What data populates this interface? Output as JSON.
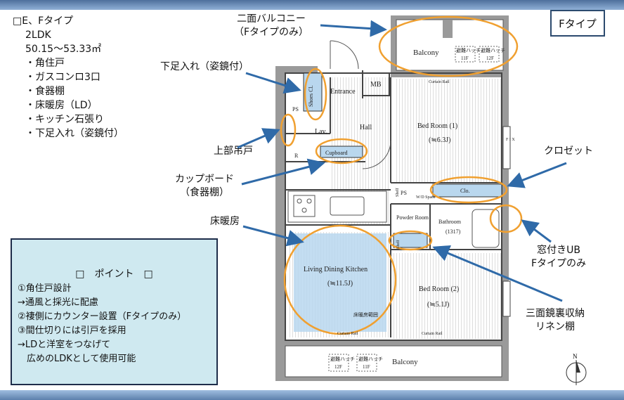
{
  "header_bar_color": "#5b7eaa",
  "unit_type": {
    "title": "□E、Fタイプ",
    "layout": "2LDK",
    "area": "50.15〜53.33㎡",
    "features": [
      "・角住戸",
      "・ガスコンロ3口",
      "・食器棚",
      "・床暖房（LD）",
      "・キッチン石張り",
      "・下足入れ（姿鏡付）"
    ]
  },
  "type_badge": "Fタイプ",
  "callouts": {
    "balcony_2face": [
      "二面バルコニー",
      "（Fタイプのみ）"
    ],
    "shoe_closet": "下足入れ（姿鏡付）",
    "upper_cabinet": "上部吊戸",
    "cupboard": [
      "カップボード",
      "（食器棚）"
    ],
    "floor_heating": "床暖房",
    "closet": "クロゼット",
    "window_ub": [
      "窓付きUB",
      "Fタイプのみ"
    ],
    "mirror_storage": [
      "三面鏡裏収納",
      "リネン棚"
    ]
  },
  "points_box": {
    "title": "□　ポイント　□",
    "lines": [
      "①角住戸設計",
      "→通風と採光に配慮",
      "②褄側にカウンター設置（Fタイプのみ）",
      "③間仕切りには引戸を採用",
      "→LDと洋室をつなげて",
      "　広めのLDKとして使用可能"
    ]
  },
  "plan": {
    "balcony_top": "Balcony",
    "balcony_bottom": "Balcony",
    "hatch_label": "避難ハッチ",
    "hatch_top_floors": [
      "11F",
      "12F"
    ],
    "hatch_bottom_floors": [
      "12F",
      "11F"
    ],
    "entrance": "Entrance",
    "mb": "MB",
    "shoes_cl": "Shoes Cl.",
    "ps": "PS",
    "lav": "Lav.",
    "hall": "Hall",
    "r": "R",
    "cupboard": "Cupboard",
    "bedroom1": "Bed Room (1)",
    "bedroom1_size": "(≒6.3J)",
    "bedroom2": "Bed Room (2)",
    "bedroom2_size": "(≒5.1J)",
    "curtain_rail": "Curtain Rail",
    "shelf": "Shelf",
    "wic": "W/D Space",
    "clo": "Clo.",
    "powder_room": "Powder Room",
    "bathroom": "Bathroom",
    "bathroom_size": "(1317)",
    "ldk": "Living Dining Kitchen",
    "ldk_size": "(≒11.5J)",
    "floor_heating_area": "床暖房範囲",
    "fix": "F I X",
    "north": "N"
  },
  "accent_colors": {
    "highlight_ring": "#f0a030",
    "arrow": "#2f6aa8",
    "ldk_fill": "#b9d7ee",
    "point_box": "#cfe9f0"
  }
}
